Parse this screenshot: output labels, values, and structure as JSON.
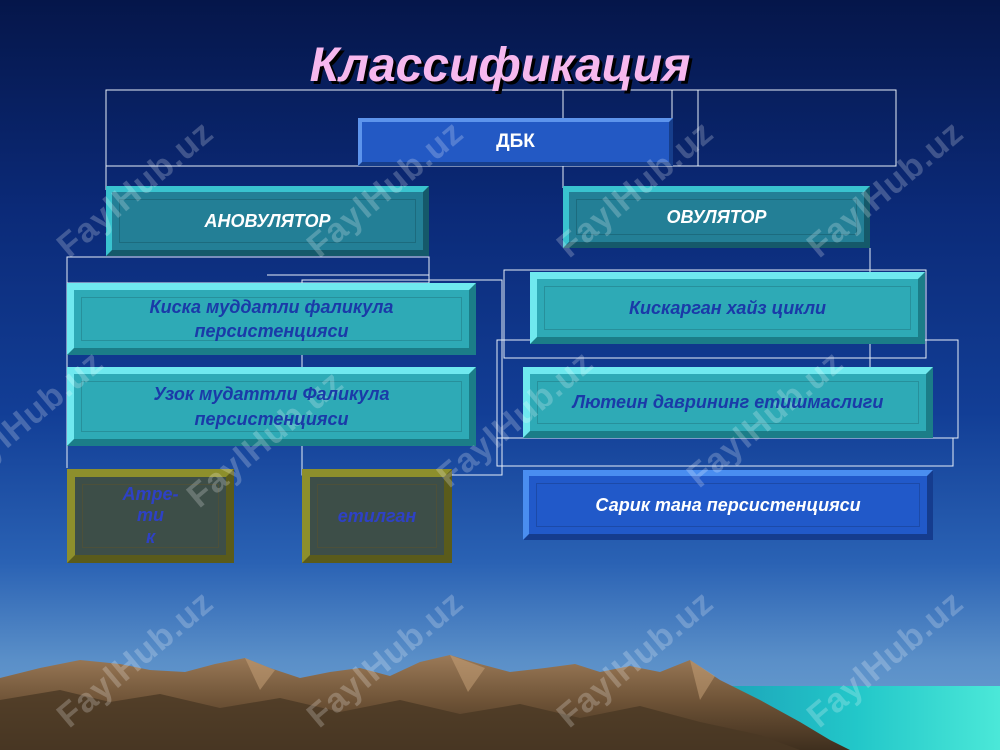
{
  "title": "Классификация",
  "root": {
    "label": "ДБК"
  },
  "branches": {
    "anovulator": {
      "label": "АНОВУЛЯТОР",
      "children": [
        "Киска муддатли фаликула персистенцияси",
        "Узок мудаттли Фаликула персистенцияси"
      ],
      "sub": {
        "atretik": [
          "Атре-",
          "ти",
          "к"
        ],
        "etilgan": "етилган"
      }
    },
    "ovulator": {
      "label": "ОВУЛЯТОР",
      "children": [
        "Кискарган хайз цикли",
        "Лютеин даврининг етишмаслиги",
        "Сарик тана персистенцияси"
      ]
    }
  },
  "watermark": "FaylHub.uz",
  "colors": {
    "title": "#f6b8ee",
    "teal_box": "#237f96",
    "cyan_box": "#2eaab6",
    "olive_box": "#3d4e48",
    "blue_box": "#2159c9",
    "cyan_text": "#1a3aa8"
  }
}
